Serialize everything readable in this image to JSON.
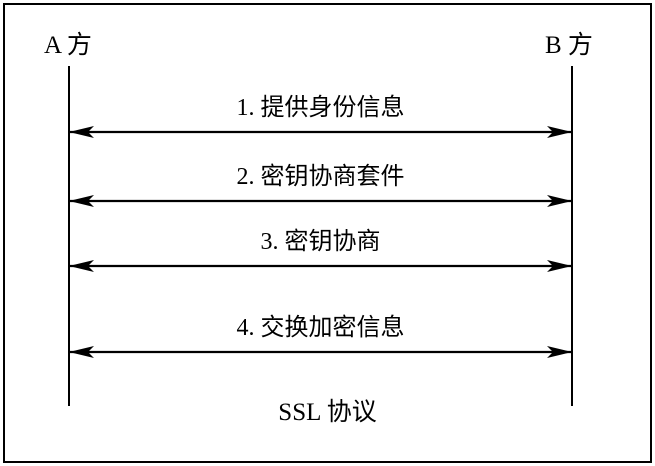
{
  "diagram": {
    "caption": "SSL 协议",
    "border_color": "#000000",
    "line_color": "#000000",
    "background_color": "#ffffff",
    "actors": [
      {
        "id": "a",
        "label": "A 方",
        "side": "left"
      },
      {
        "id": "b",
        "label": "B 方",
        "side": "right"
      }
    ],
    "messages": [
      {
        "number": "1.",
        "label": "1. 提供身份信息",
        "direction": "bidirectional"
      },
      {
        "number": "2.",
        "label": "2. 密钥协商套件",
        "direction": "bidirectional"
      },
      {
        "number": "3.",
        "label": "3. 密钥协商",
        "direction": "bidirectional"
      },
      {
        "number": "4.",
        "label": "4. 交换加密信息",
        "direction": "bidirectional"
      }
    ]
  }
}
